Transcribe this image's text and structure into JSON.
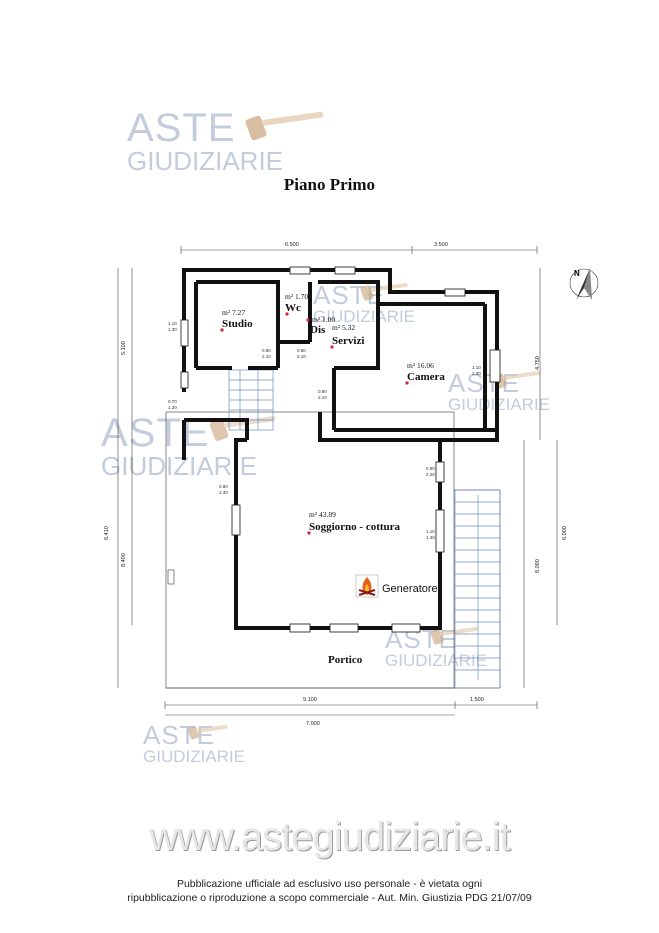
{
  "title": "Piano Primo",
  "watermark": {
    "line1": "ASTE",
    "line2": "GIUDIZIARIE"
  },
  "website": "www.astegiudiziarie.it",
  "footer": {
    "line1": "Pubblicazione ufficiale ad esclusivo uso personale - è vietata ogni",
    "line2": "ripubblicazione o riproduzione a scopo commerciale - Aut. Min. Giustizia PDG 21/07/09"
  },
  "compass": "N",
  "rooms": {
    "studio": {
      "name": "Studio",
      "area": "m² 7.27"
    },
    "wc": {
      "name": "Wc",
      "area": "m² 1.70"
    },
    "dis": {
      "name": "Dis",
      "area": "m² 1.00"
    },
    "servizi": {
      "name": "Servizi",
      "area": "m² 5.32"
    },
    "camera": {
      "name": "Camera",
      "area": "m² 16.06"
    },
    "soggiorno": {
      "name": "Soggiorno - cottura",
      "area": "m² 43.89"
    },
    "portico": {
      "name": "Portico"
    }
  },
  "generator_label": "Generatore",
  "dimensions": {
    "top_left": "6.500",
    "top_right": "3.500",
    "bottom_left": "9.100",
    "bottom_right": "1.500",
    "bottom_total": "7.000",
    "left_upper": "5.100",
    "left_middle": "6.410",
    "left_lower": "8.400",
    "right_upper": "4.750",
    "right_middle": "6.000",
    "right_lower": "8.090"
  },
  "openings": {
    "studio_window": [
      "1.10",
      "1.30"
    ],
    "stair_window": [
      "0.70",
      "1.30"
    ],
    "studio_door": [
      "0.80",
      "2.10"
    ],
    "dis_door": [
      "0.80",
      "2.10"
    ],
    "corridor_door": [
      "0.80",
      "2.10"
    ],
    "camera_window": [
      "1.10",
      "2.30"
    ],
    "soggiorno_door_left": [
      "0.80",
      "2.30"
    ],
    "soggiorno_right_upper": [
      "0.90",
      "2.20"
    ],
    "soggiorno_right_lower": [
      "1.10",
      "1.30"
    ]
  }
}
